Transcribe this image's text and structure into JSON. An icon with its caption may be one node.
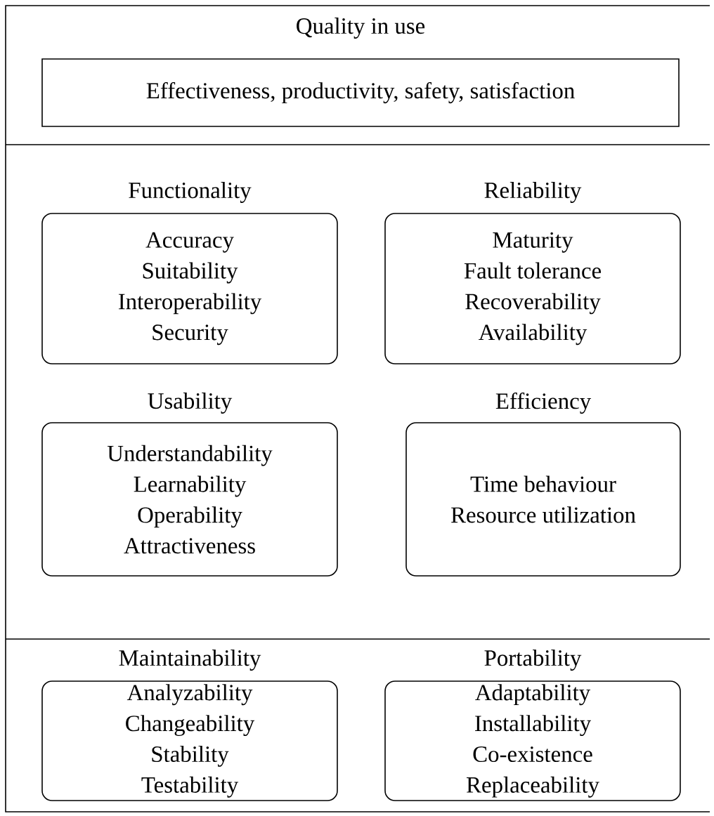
{
  "diagram": {
    "nodes": [
      {
        "text": [
          "Quality in use",
          "Effectiveness, productivity, safety, satisfaction"
        ]
      },
      {
        "text": [
          "Functionality",
          "Accuracy",
          "Suitability",
          "Interoperability",
          "Security"
        ]
      },
      {
        "text": [
          "Reliability",
          "Maturity",
          "Fault tolerance",
          "Recoverability",
          "Availability"
        ]
      },
      {
        "text": [
          "Usability",
          "Understandability",
          "Learnability",
          "Operability",
          "Attractiveness"
        ]
      },
      {
        "text": [
          "Efficiency",
          "Time behaviour",
          "Resource utilization"
        ]
      },
      {
        "text": [
          "Maintainability",
          "Analyzability",
          "Changeability",
          "Stability",
          "Testability"
        ]
      },
      {
        "text": [
          "Portability",
          "Adaptability",
          "Installability",
          "Co-existence",
          "Replaceability"
        ]
      }
    ]
  }
}
